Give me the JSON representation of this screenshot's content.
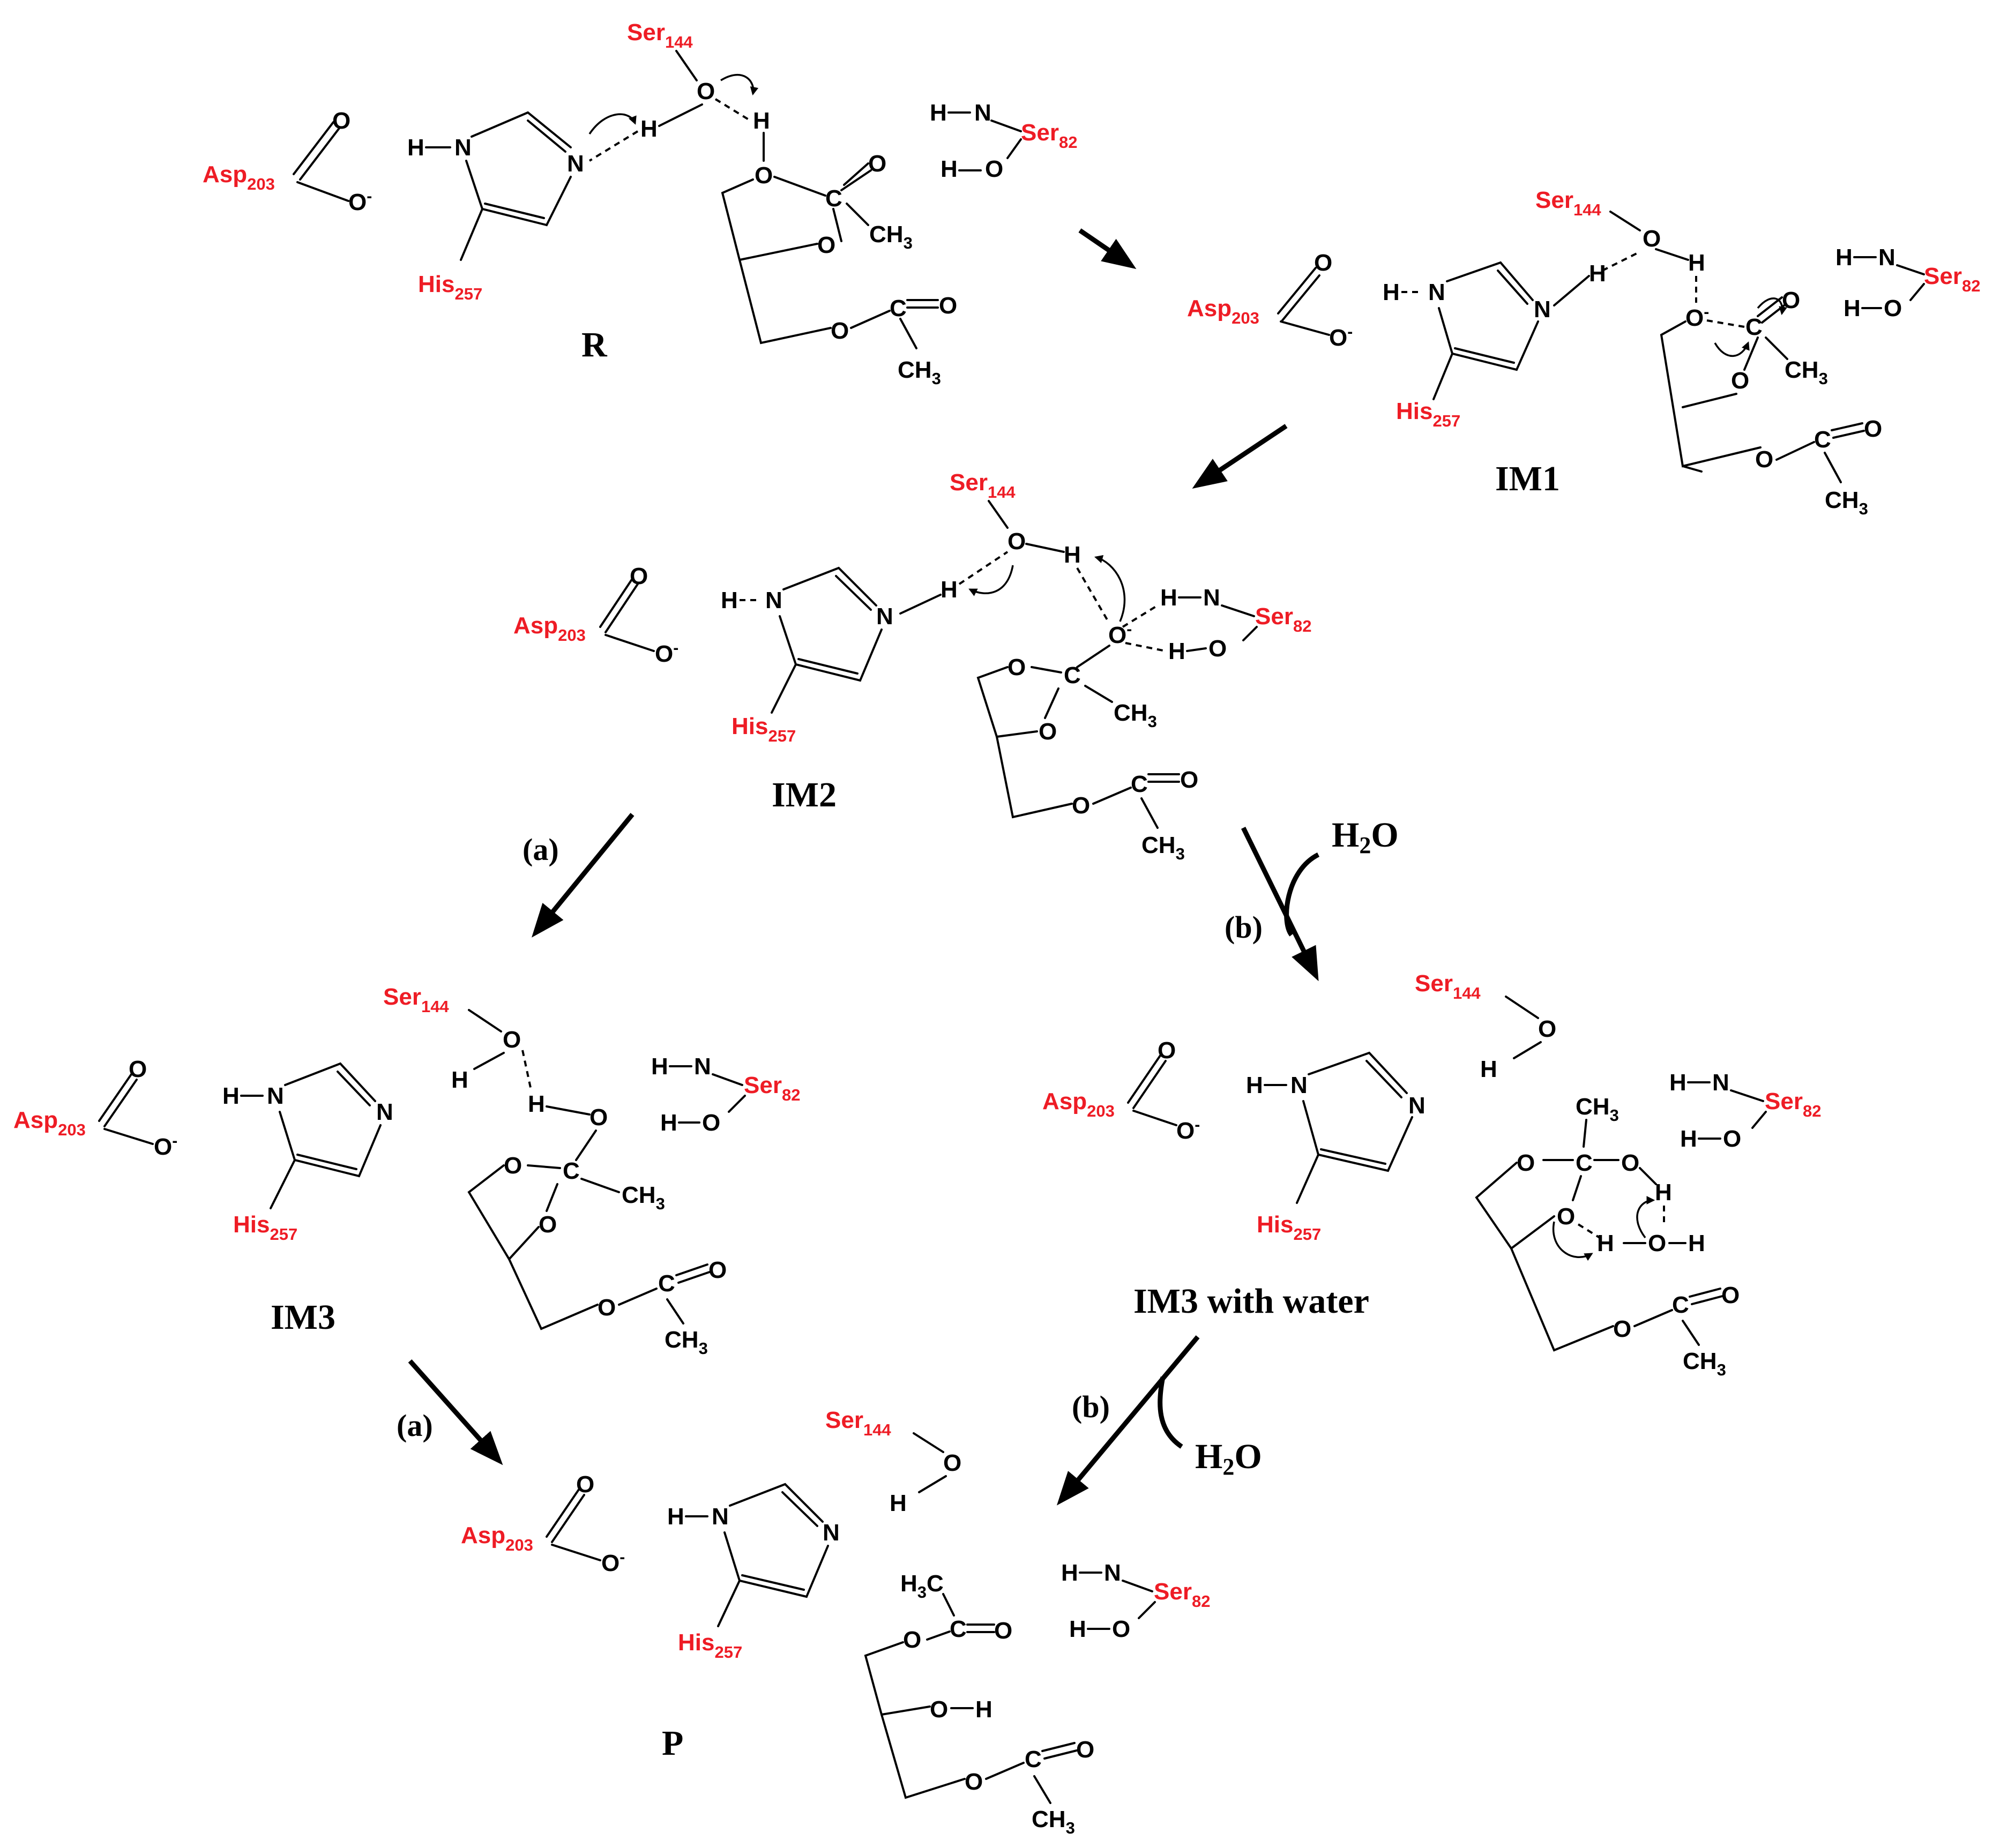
{
  "labels": {
    "asp": "Asp",
    "asp_num": "203",
    "his": "His",
    "his_num": "257",
    "ser144": "Ser",
    "ser144_num": "144",
    "ser82": "Ser",
    "ser82_num": "82",
    "o": "O",
    "o_minus": "-",
    "h": "H",
    "n": "N",
    "c": "C",
    "ch3": "CH",
    "ch3_sub": "3",
    "h3c_h": "H",
    "h3c_sub": "3",
    "h3c_c": "C"
  },
  "stages": {
    "r": "R",
    "im1": "IM1",
    "im2": "IM2",
    "im3": "IM3",
    "im3w": "IM3 with water",
    "p": "P"
  },
  "routes": {
    "a": "(a)",
    "b": "(b)"
  },
  "reagent": {
    "h": "H",
    "sub": "2",
    "o": "O"
  },
  "colors": {
    "residue": "#ee1c25",
    "atom": "#000000"
  }
}
